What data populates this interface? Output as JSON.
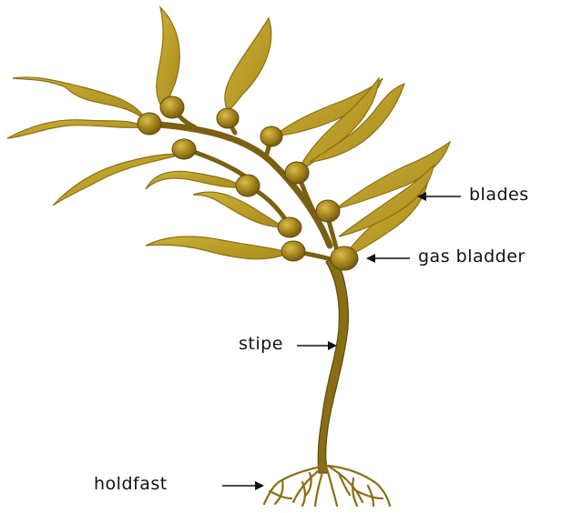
{
  "diagram": {
    "labels": {
      "blades": "blades",
      "gas_bladder": "gas bladder",
      "stipe": "stipe",
      "holdfast": "holdfast"
    },
    "colors": {
      "blade": "#b79a1f",
      "blade_stroke": "#8a7013",
      "bladder": "#9a7a16",
      "stem": "#8a6e14",
      "stem_stroke": "#5f4b0c",
      "arrow": "#111111"
    }
  }
}
